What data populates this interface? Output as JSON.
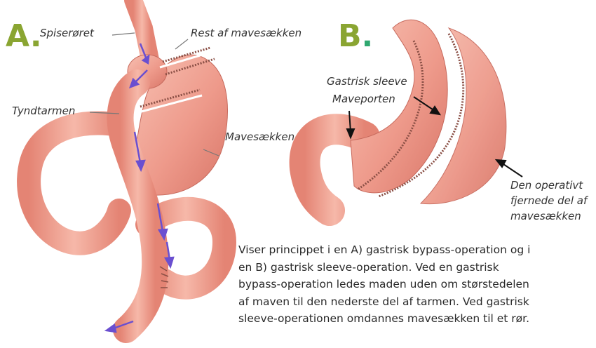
{
  "panel_a": {
    "letter": "A",
    "letter_dot": ".",
    "labels": {
      "spiseroeret": "Spiserøret",
      "rest_mavesaek": "Rest af mavesækken",
      "tyndtarmen": "Tyndtarmen",
      "mavesaekken": "Mavesækken"
    }
  },
  "panel_b": {
    "letter": "B",
    "letter_dot": ".",
    "labels": {
      "gastrisk_sleeve": "Gastrisk sleeve",
      "maveporten": "Maveporten",
      "fjernede_del": [
        "Den operativt",
        "fjernede del af",
        "mavesækken"
      ]
    }
  },
  "caption": [
    "Viser princippet i en A) gastrisk bypass-operation og i",
    "en B) gastrisk sleeve-operation. Ved en gastrisk",
    "bypass-operation ledes maden uden om størstedelen",
    "af maven til den nederste del af tarmen. Ved gastrisk",
    "sleeve-operationen omdannes mavesækken til et rør."
  ],
  "colors": {
    "tissue": "#ee9c8e",
    "tissue_dark": "#d9796c",
    "tissue_light": "#f8c7bb",
    "arrow": "#6a4fd0",
    "letter_green": "#8aa532",
    "dot_teal": "#2fa870"
  }
}
